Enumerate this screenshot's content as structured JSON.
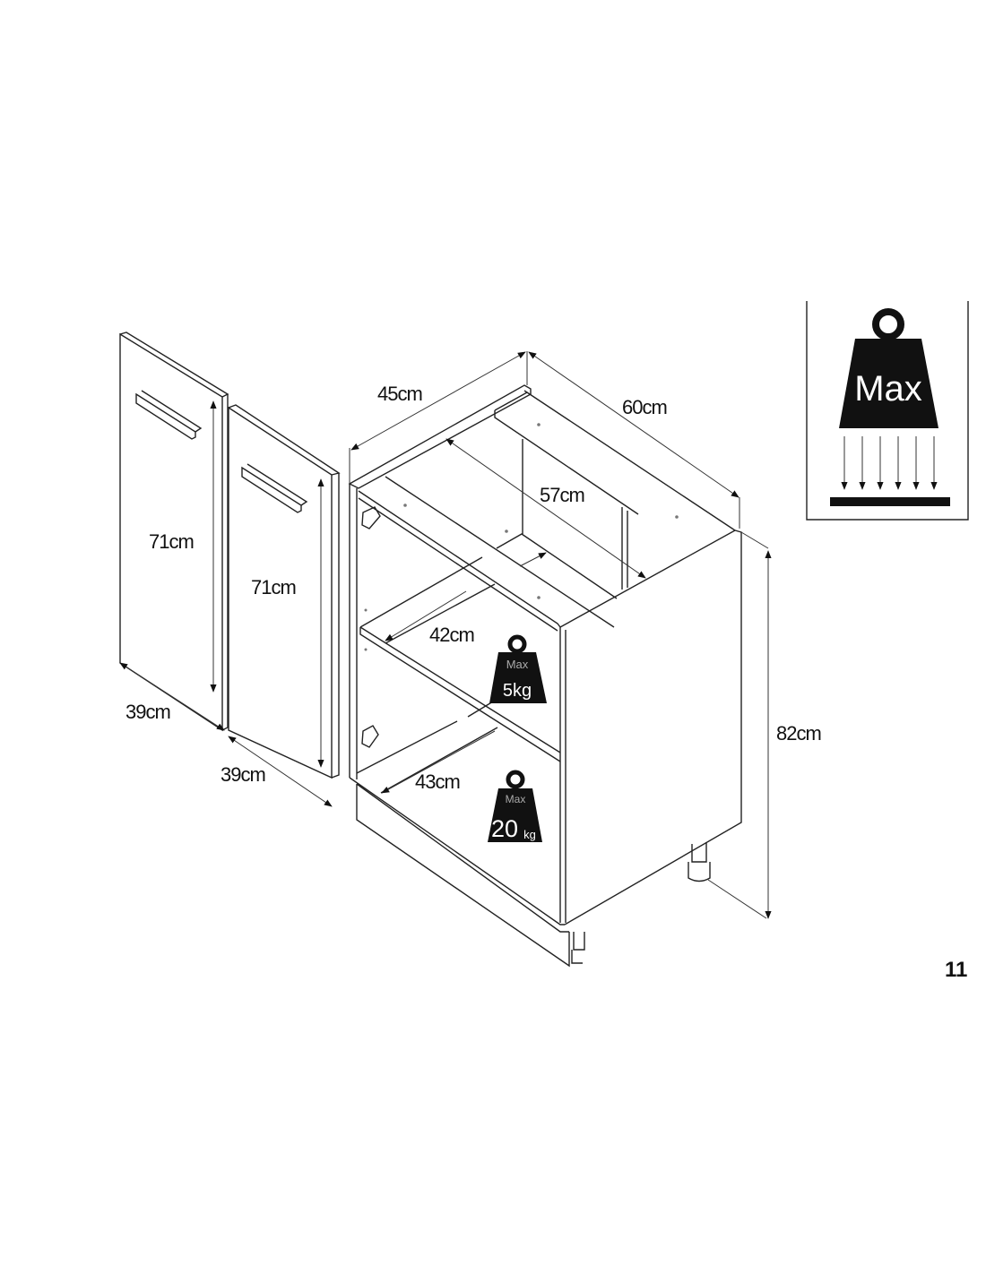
{
  "dimensions": {
    "door_left_height": "71cm",
    "door_right_height": "71cm",
    "door_left_width": "39cm",
    "door_right_width": "39cm",
    "cabinet_width": "45cm",
    "cabinet_depth": "60cm",
    "inner_depth": "57cm",
    "shelf_depth": "42cm",
    "bottom_depth": "43cm",
    "cabinet_height": "82cm"
  },
  "weights": {
    "shelf": {
      "max": "Max",
      "value": "5kg"
    },
    "bottom": {
      "max": "Max",
      "value": "20",
      "unit": "kg"
    },
    "legend": {
      "max": "Max"
    }
  },
  "page_number": "11"
}
